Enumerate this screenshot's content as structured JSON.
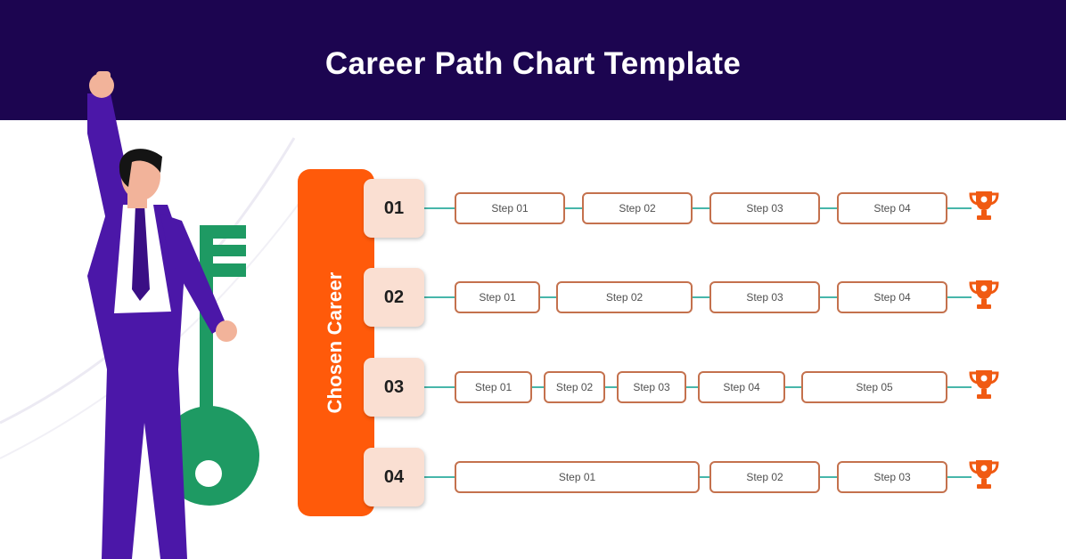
{
  "header": {
    "title": "Career Path Chart Template"
  },
  "sidebar": {
    "label": "Chosen Career"
  },
  "paths": [
    {
      "num": "01",
      "steps": [
        "Step 01",
        "Step 02",
        "Step 03",
        "Step 04"
      ]
    },
    {
      "num": "02",
      "steps": [
        "Step 01",
        "Step 02",
        "Step 03",
        "Step 04"
      ]
    },
    {
      "num": "03",
      "steps": [
        "Step 01",
        "Step 02",
        "Step 03",
        "Step 04",
        "Step 05"
      ]
    },
    {
      "num": "04",
      "steps": [
        "Step 01",
        "Step 02",
        "Step 03"
      ]
    }
  ],
  "colors": {
    "header": "#1c0550",
    "accent": "#ff5a0a",
    "number_box": "#fadfd2",
    "connector": "#47b6aa",
    "step_border": "#c4714d",
    "suit": "#4b17a8",
    "key": "#1e9a63",
    "trophy": "#f05a12"
  },
  "icons": [
    "trophy-icon",
    "key-icon",
    "businessman-illustration"
  ]
}
